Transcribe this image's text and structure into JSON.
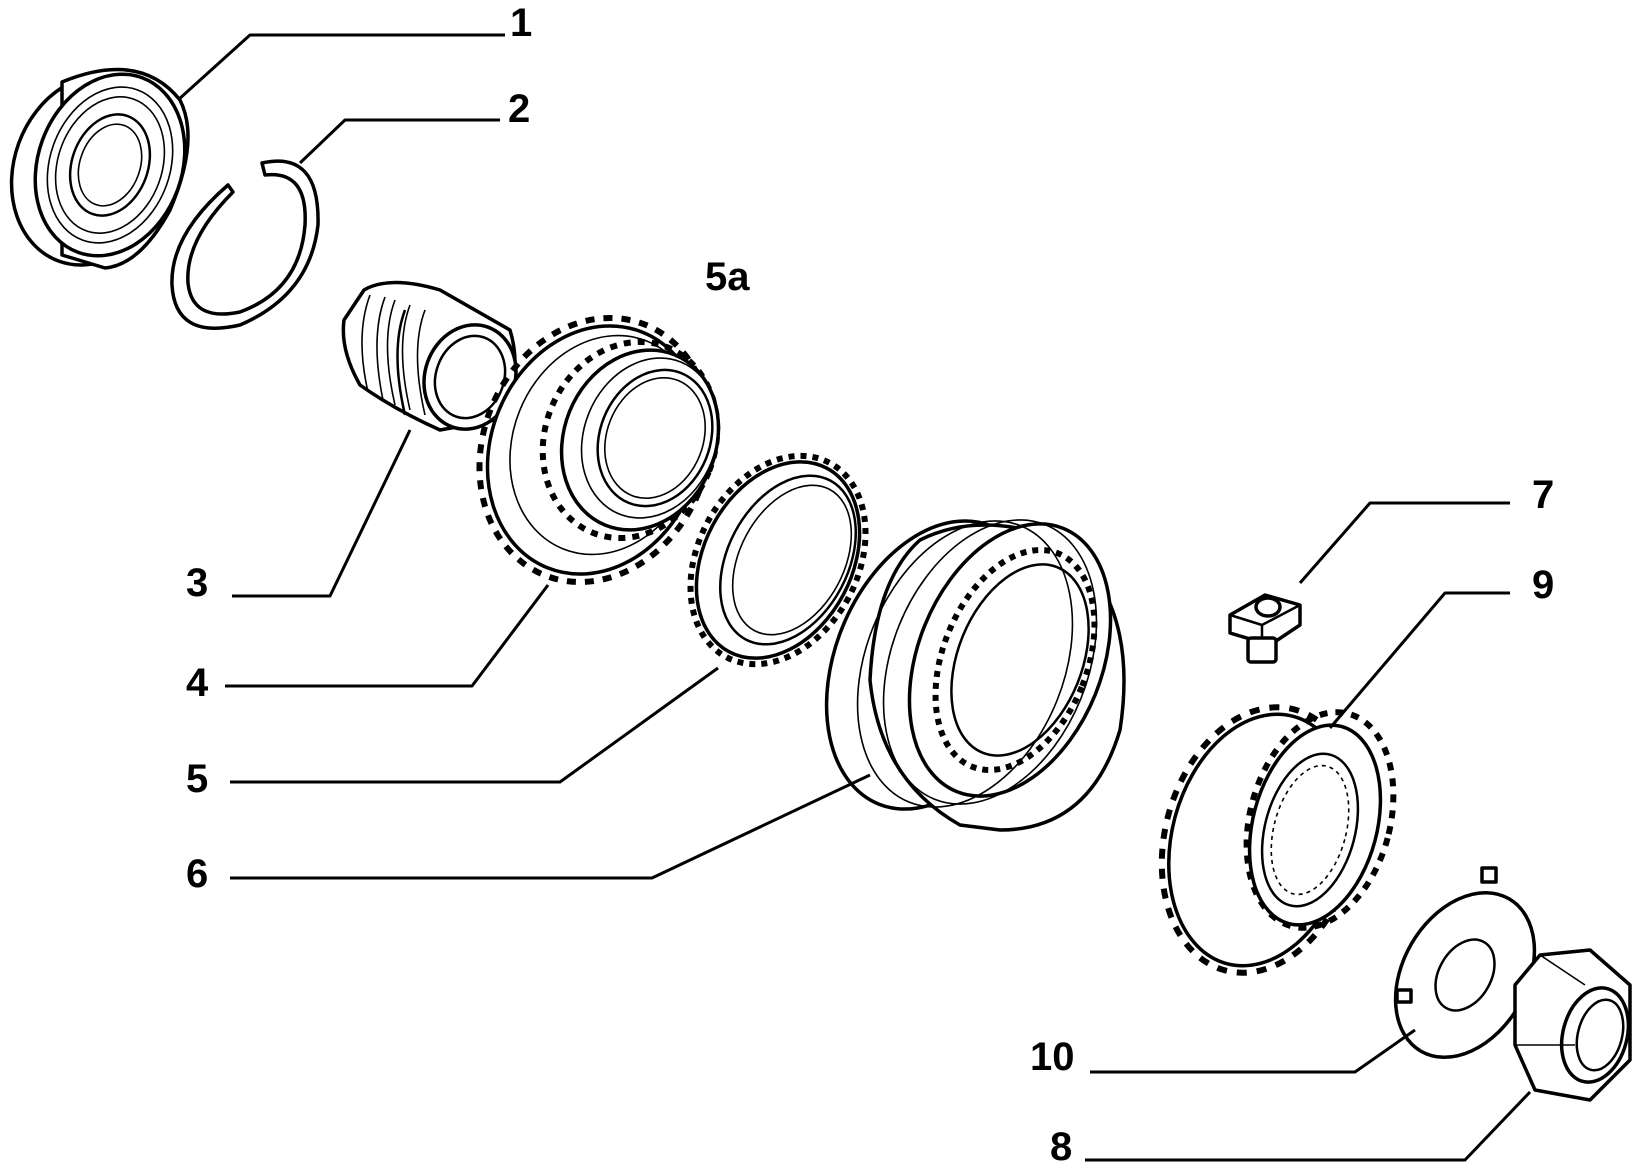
{
  "callouts": {
    "c1": "1",
    "c2": "2",
    "c3": "3",
    "c4": "4",
    "c5": "5",
    "c5a": "5a",
    "c6": "6",
    "c7": "7",
    "c8": "8",
    "c9": "9",
    "c10": "10"
  },
  "colors": {
    "line": "#000000",
    "background": "#ffffff"
  }
}
